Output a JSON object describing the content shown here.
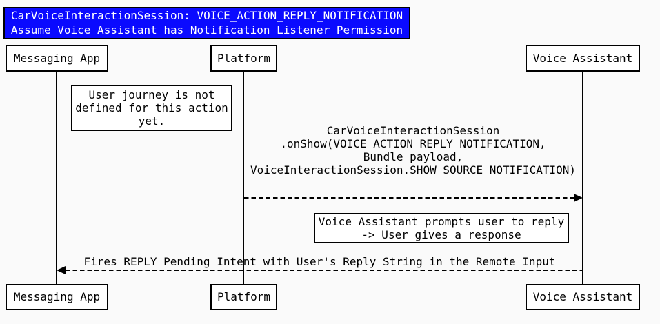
{
  "title": {
    "line1": "CarVoiceInteractionSession: VOICE_ACTION_REPLY_NOTIFICATION",
    "line2": "Assume Voice Assistant has Notification Listener Permission"
  },
  "actors": [
    {
      "label": "Messaging App"
    },
    {
      "label": "Platform"
    },
    {
      "label": "Voice Assistant"
    }
  ],
  "notes": [
    {
      "lines": [
        "User journey is not",
        "defined for this action",
        "yet."
      ]
    },
    {
      "lines": [
        "Voice Assistant prompts user to reply",
        "-> User gives a response"
      ]
    }
  ],
  "messages": [
    {
      "from": "Platform",
      "to": "Voice Assistant",
      "direction": "right",
      "style": "dashed",
      "lines": [
        "CarVoiceInteractionSession",
        ".onShow(VOICE_ACTION_REPLY_NOTIFICATION,",
        "Bundle payload,",
        "VoiceInteractionSession.SHOW_SOURCE_NOTIFICATION)"
      ]
    },
    {
      "from": "Voice Assistant",
      "to": "Messaging App",
      "direction": "left",
      "style": "dashed",
      "lines": [
        "Fires REPLY Pending Intent with User's Reply String in the Remote Input"
      ]
    }
  ],
  "colors": {
    "background": "#FAFAFA",
    "title_bg": "#0A0AFF",
    "title_text": "#FFFFFF",
    "box_bg": "#FFFFFF",
    "line": "#000000"
  }
}
